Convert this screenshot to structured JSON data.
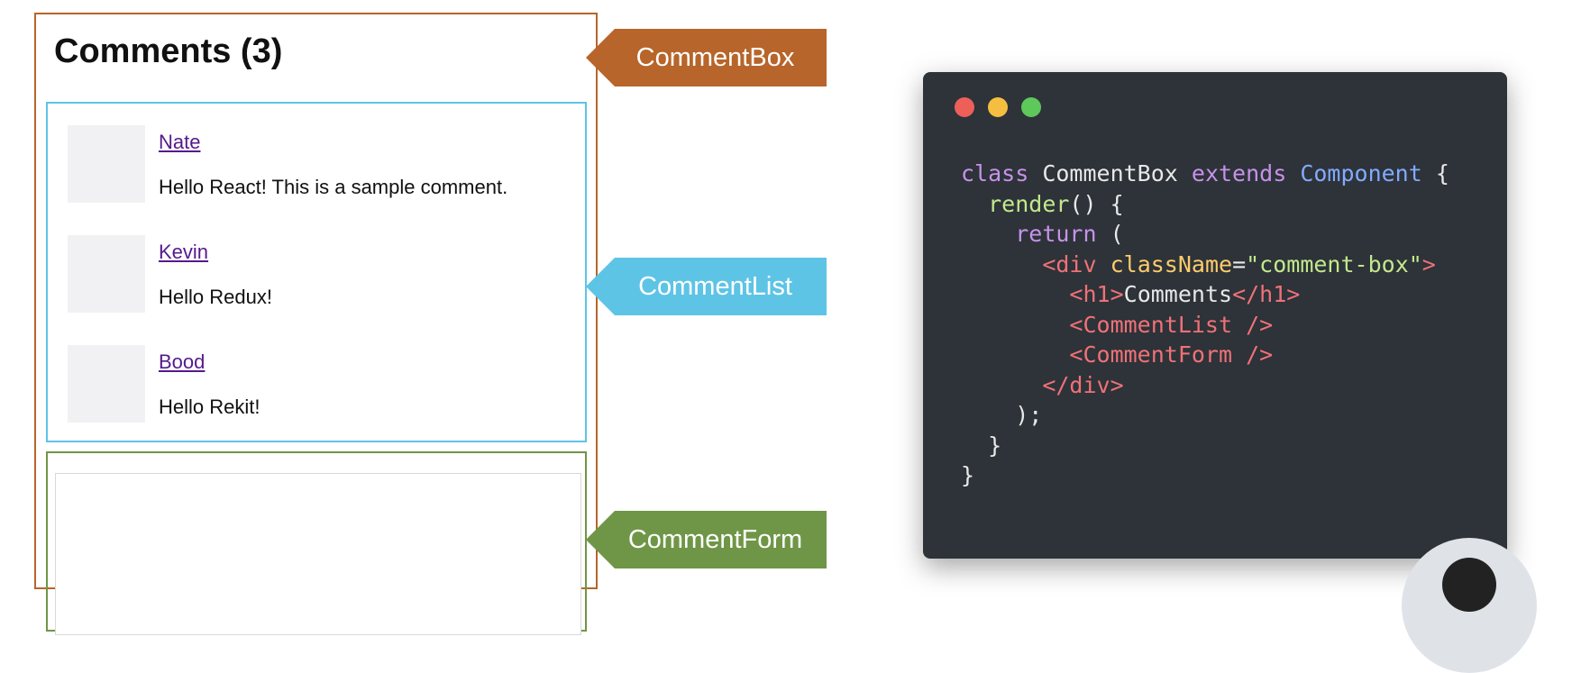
{
  "comment_box": {
    "title": "Comments (3)"
  },
  "comments": [
    {
      "author": "Nate",
      "text": "Hello React! This is a sample comment."
    },
    {
      "author": "Kevin",
      "text": "Hello Redux!"
    },
    {
      "author": "Bood",
      "text": "Hello Rekit!"
    }
  ],
  "tags": {
    "box": "CommentBox",
    "list": "CommentList",
    "form": "CommentForm"
  },
  "code": {
    "line1": {
      "kw1": "class",
      "name": "CommentBox",
      "kw2": "extends",
      "base": "Component",
      "brace": "{"
    },
    "line2": {
      "fn": "render",
      "rest": "() {"
    },
    "line3": {
      "kw": "return",
      "rest": "("
    },
    "line4": {
      "open": "<div",
      "attr": "className",
      "eq": "=",
      "value": "\"comment-box\"",
      "close": ">"
    },
    "line5": {
      "open": "<h1>",
      "text": "Comments",
      "close": "</h1>"
    },
    "line6": "<CommentList />",
    "line7": "<CommentForm />",
    "line8": "</div>",
    "line9": ");",
    "line10": "}",
    "line11": "}"
  },
  "colors": {
    "comment_box": "#b7652a",
    "comment_list": "#5ec4e6",
    "comment_form": "#6f9646",
    "code_bg": "#2d3338"
  }
}
